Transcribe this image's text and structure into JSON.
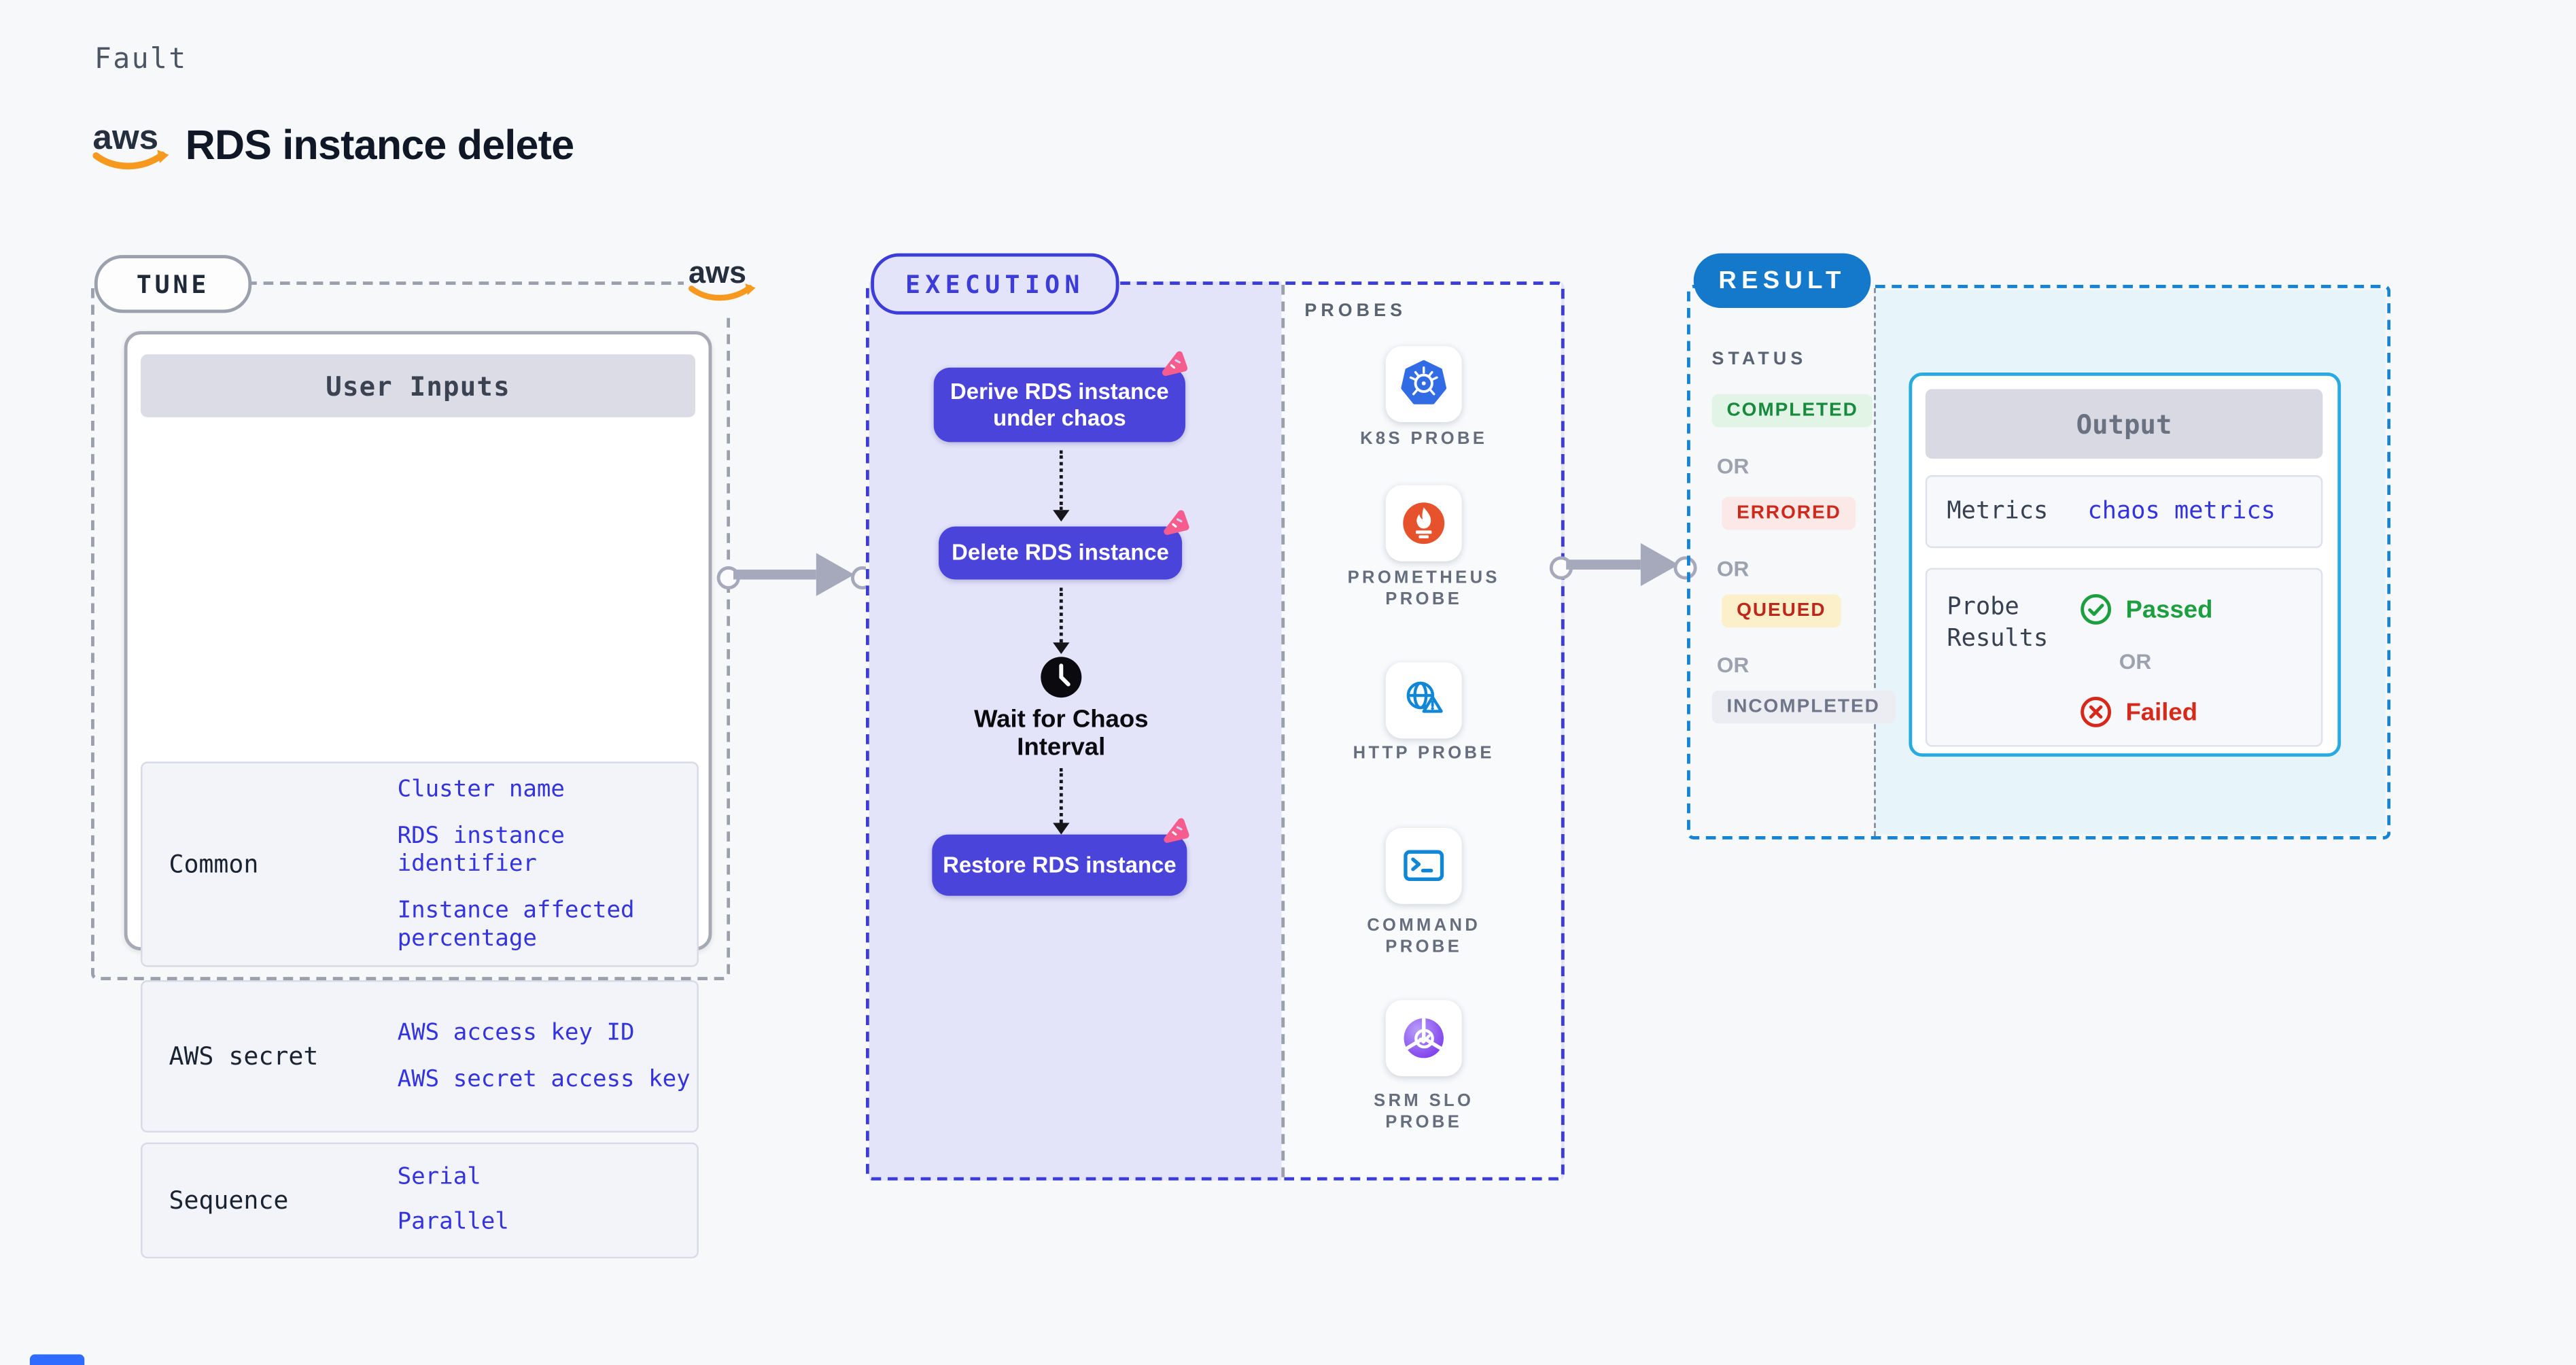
{
  "page": {
    "kicker": "Fault",
    "title": "RDS instance delete"
  },
  "aws_logo": {
    "word": "aws"
  },
  "colors": {
    "page_bg": "#F7F8FA",
    "node_indigo": "#4B44DB",
    "link_blue": "#3333E0",
    "execution_border": "#3C3CD9",
    "execution_fill": "#E3E3F9",
    "result_border": "#1584D7",
    "result_pill": "#1478CB",
    "output_border": "#29ABE2",
    "output_panel_bg": "#E7F5FB",
    "aws_orange": "#F7981F",
    "aws_slate": "#252F3E",
    "chaos_pink": "#F65C8E",
    "completed_green": "#178A3D",
    "errored_red": "#CE2A1C",
    "queued_red": "#BE271C",
    "incompleted_gray": "#6F7689",
    "passed_green": "#1D9E3F",
    "failed_red": "#D7291A",
    "k8s_blue": "#326CE5",
    "prometheus_orange": "#E6522C",
    "probe_icon_blue": "#1086D6",
    "srm_purple": "#7C3BEA"
  },
  "tune": {
    "pill": "TUNE",
    "card_header": "User Inputs",
    "rows": [
      {
        "label": "Common",
        "values": [
          "Cluster name",
          "RDS instance identifier",
          "Instance affected percentage"
        ]
      },
      {
        "label": "AWS secret",
        "values": [
          "AWS access key ID",
          "AWS secret access key"
        ]
      },
      {
        "label": "Sequence",
        "values": [
          "Serial",
          "Parallel"
        ]
      }
    ]
  },
  "execution": {
    "pill": "EXECUTION",
    "nodes": [
      "Derive RDS instance under chaos",
      "Delete RDS instance",
      "Restore RDS instance"
    ],
    "wait_line1": "Wait for Chaos",
    "wait_line2": "Interval"
  },
  "probes": {
    "heading": "PROBES",
    "items": [
      {
        "name": "k8s-probe",
        "line1": "K8S PROBE",
        "line2": ""
      },
      {
        "name": "prometheus-probe",
        "line1": "PROMETHEUS",
        "line2": "PROBE"
      },
      {
        "name": "http-probe",
        "line1": "HTTP PROBE",
        "line2": ""
      },
      {
        "name": "command-probe",
        "line1": "COMMAND",
        "line2": "PROBE"
      },
      {
        "name": "srm-slo-probe",
        "line1": "SRM SLO",
        "line2": "PROBE"
      }
    ]
  },
  "result": {
    "pill": "RESULT",
    "status_heading": "STATUS",
    "or": "OR",
    "statuses": [
      {
        "label": "COMPLETED"
      },
      {
        "label": "ERRORED"
      },
      {
        "label": "QUEUED"
      },
      {
        "label": "INCOMPLETED"
      }
    ],
    "output": {
      "header": "Output",
      "metrics_label": "Metrics",
      "metrics_value": "chaos metrics",
      "probe_results_label": "Probe Results",
      "passed": "Passed",
      "or": "OR",
      "failed": "Failed"
    }
  }
}
